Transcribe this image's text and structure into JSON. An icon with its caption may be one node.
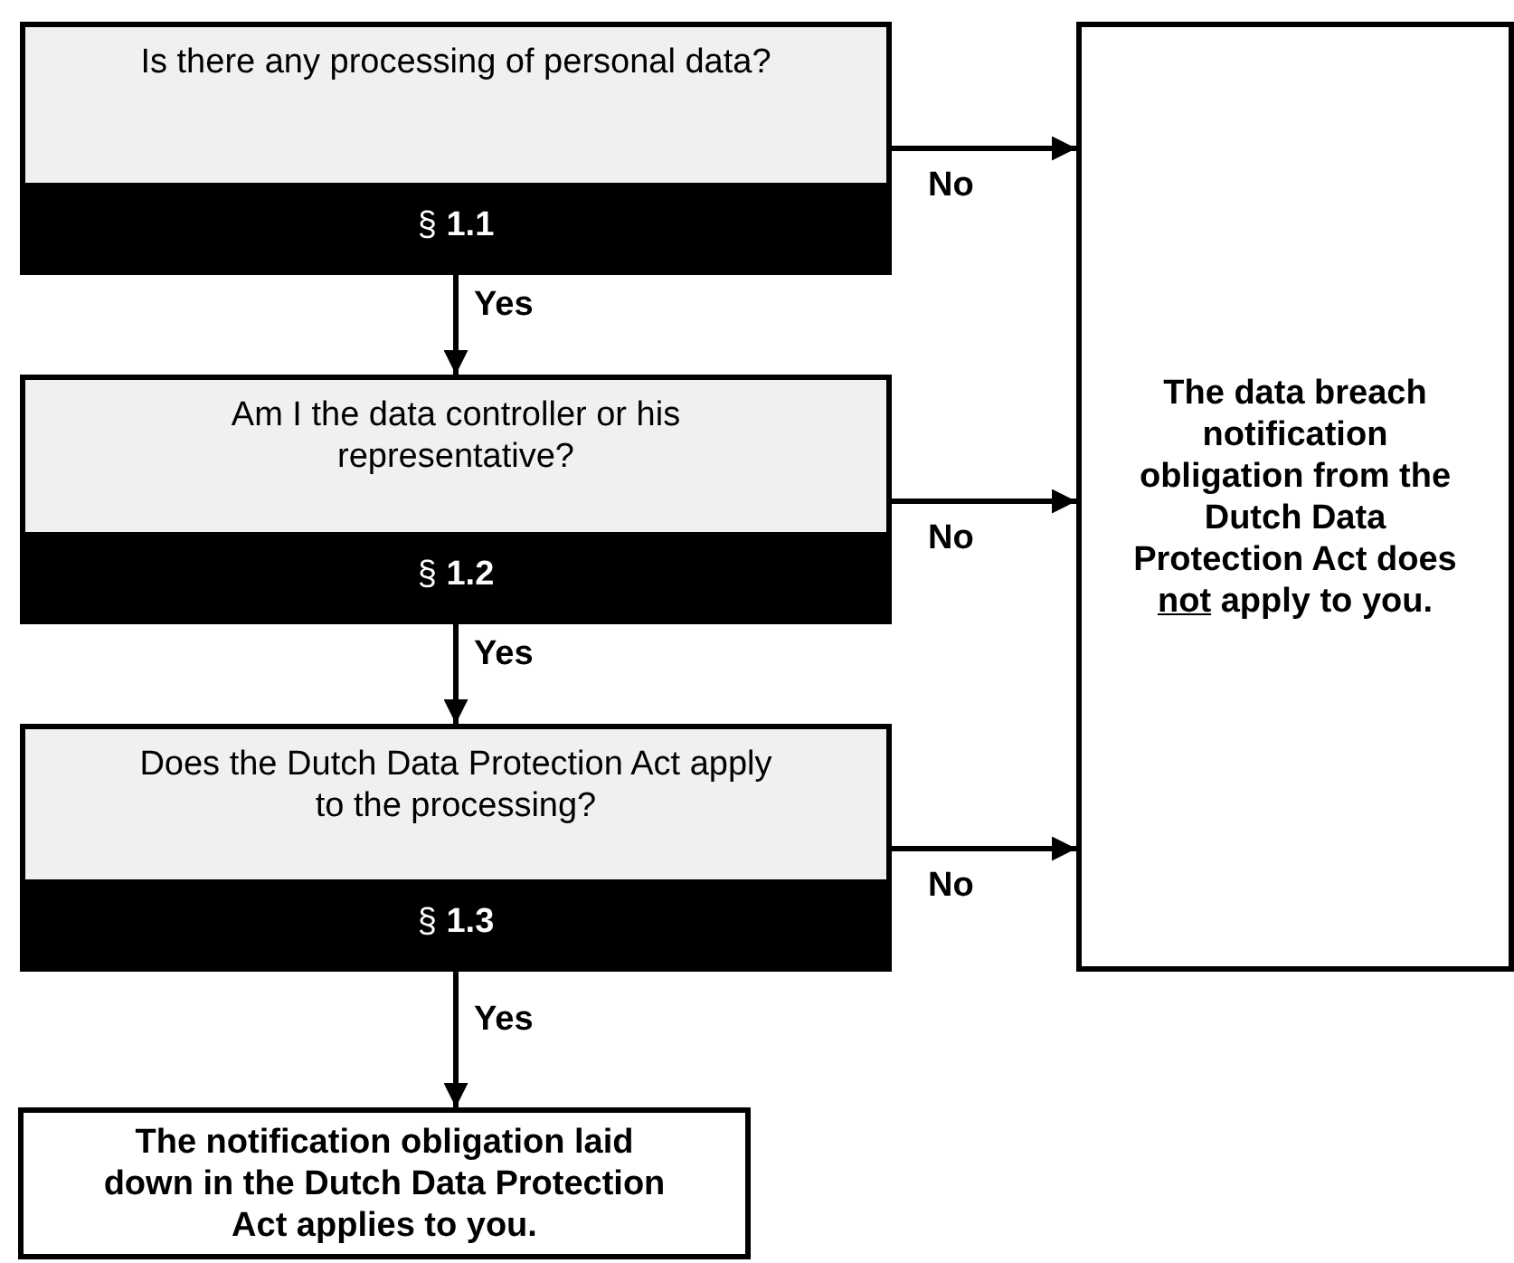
{
  "diagram": {
    "nodes": [
      {
        "text": [
          "Is there any processing of personal data?",
          "§ **1.1**"
        ]
      },
      {
        "text": [
          "Am I the data controller or his representative?",
          "§ **1.2**"
        ]
      },
      {
        "text": [
          "Does the Dutch Data Protection Act apply to the processing?",
          "§ **1.3**"
        ]
      },
      {
        "text": [
          "The data breach notification obligation from the Dutch Data Protection Act does *not* apply to you."
        ]
      },
      {
        "text": [
          "The notification obligation laid down in the Dutch Data Protection Act applies to you."
        ]
      }
    ],
    "edges": [
      {
        "from": 0,
        "to": 3,
        "arrow": "to",
        "label": "No"
      },
      {
        "from": 0,
        "to": 1,
        "arrow": "to",
        "label": "Yes"
      },
      {
        "from": 1,
        "to": 3,
        "arrow": "to",
        "label": "No"
      },
      {
        "from": 1,
        "to": 2,
        "arrow": "to",
        "label": "Yes"
      },
      {
        "from": 2,
        "to": 3,
        "arrow": "to",
        "label": "No"
      },
      {
        "from": 2,
        "to": 4,
        "arrow": "to",
        "label": "Yes"
      }
    ]
  }
}
